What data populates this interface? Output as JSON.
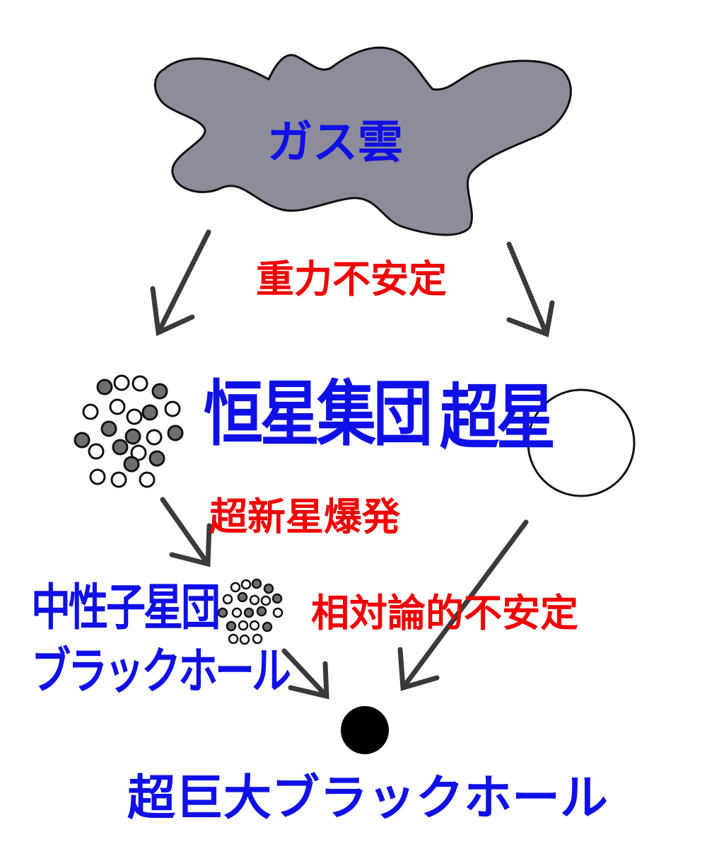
{
  "labels": {
    "gas_cloud": "ガス雲",
    "gravity_instability": "重力不安定",
    "star_cluster": "恒星集団",
    "supermassive_star": "超星",
    "supernova": "超新星爆発",
    "neutron_star_cluster": "中性子星団",
    "black_hole": "ブラックホール",
    "relativistic_instability": "相対論的不安定",
    "supermassive_black_hole": "超巨大ブラックホール"
  },
  "colors": {
    "label_blue": "#1010e6",
    "label_red": "#f00000",
    "cloud_fill": "#8c8c9a",
    "filled_star": "#6e6e6e",
    "arrow": "#3a3a3a"
  },
  "icons": {
    "gas_cloud": "cloud-shape",
    "star_cluster": "dot-cluster-icon",
    "supermassive_star": "hollow-circle-icon",
    "neutron_star_cluster": "small-dot-cluster-icon",
    "black_hole": "filled-circle-icon"
  }
}
